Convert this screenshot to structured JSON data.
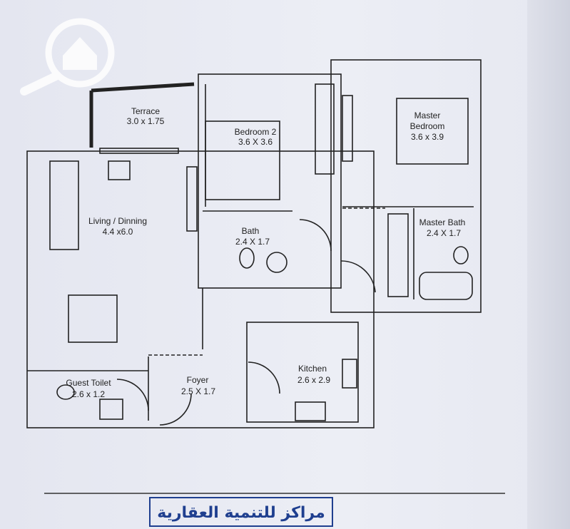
{
  "rooms": {
    "terrace": {
      "name": "Terrace",
      "size": "3.0 x 1.75"
    },
    "bedroom2": {
      "name": "Bedroom 2",
      "size": "3.6 X 3.6"
    },
    "master_bedroom": {
      "name_line1": "Master",
      "name_line2": "Bedroom",
      "size": "3.6 x 3.9"
    },
    "living": {
      "name": "Living / Dinning",
      "size": "4.4 x6.0"
    },
    "bath": {
      "name": "Bath",
      "size": "2.4 X 1.7"
    },
    "master_bath": {
      "name": "Master Bath",
      "size": "2.4 X 1.7"
    },
    "kitchen": {
      "name": "Kitchen",
      "size": "2.6 x 2.9"
    },
    "foyer": {
      "name": "Foyer",
      "size": "2.5 X 1.7"
    },
    "guest_toilet": {
      "name": "Guest Toilet",
      "size": "2.6 x 1.2"
    }
  },
  "stamp": {
    "text": "مراكز للتنمية العقارية"
  },
  "colors": {
    "wall": "#222222",
    "stamp": "#1f3f8f",
    "watermark": "#ffffff"
  }
}
